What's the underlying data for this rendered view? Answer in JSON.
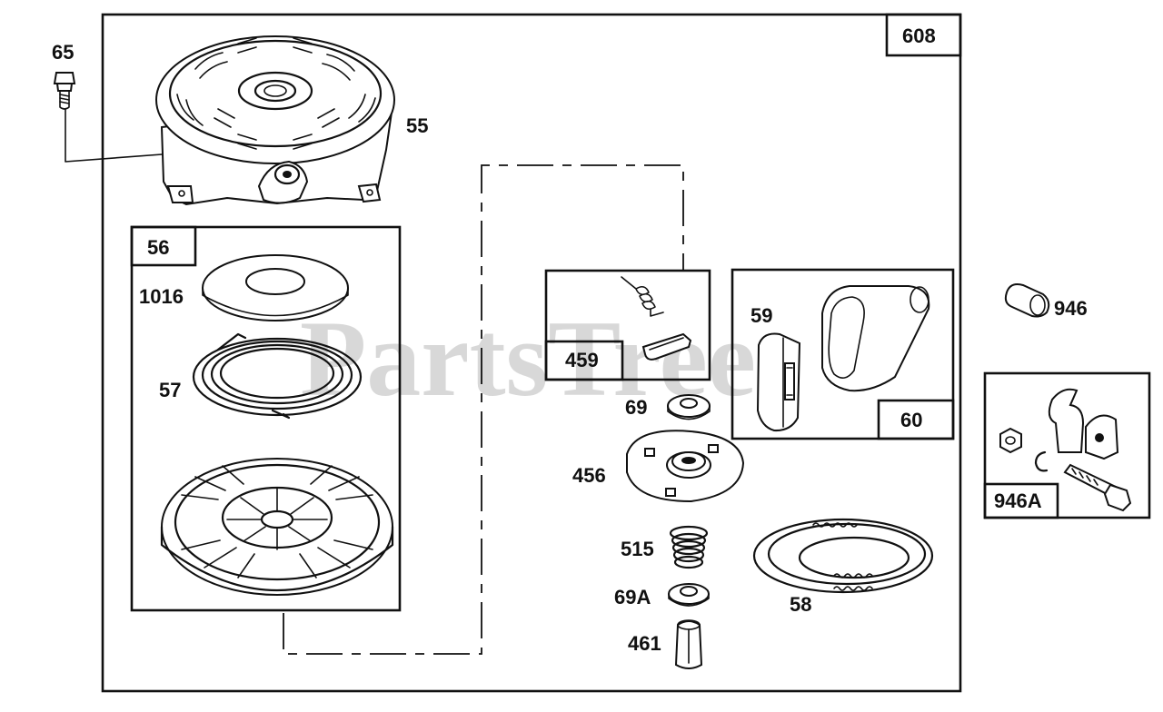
{
  "watermark": "PartsTree",
  "callouts": {
    "c608": "608",
    "c65": "65",
    "c55": "55",
    "c56": "56",
    "c1016": "1016",
    "c57": "57",
    "c459": "459",
    "c69": "69",
    "c456": "456",
    "c515": "515",
    "c69a": "69A",
    "c461": "461",
    "c58": "58",
    "c59": "59",
    "c60": "60",
    "c946": "946",
    "c946a": "946A"
  },
  "colors": {
    "line": "#111111",
    "background": "#ffffff",
    "watermark": "#cfcfcf"
  }
}
